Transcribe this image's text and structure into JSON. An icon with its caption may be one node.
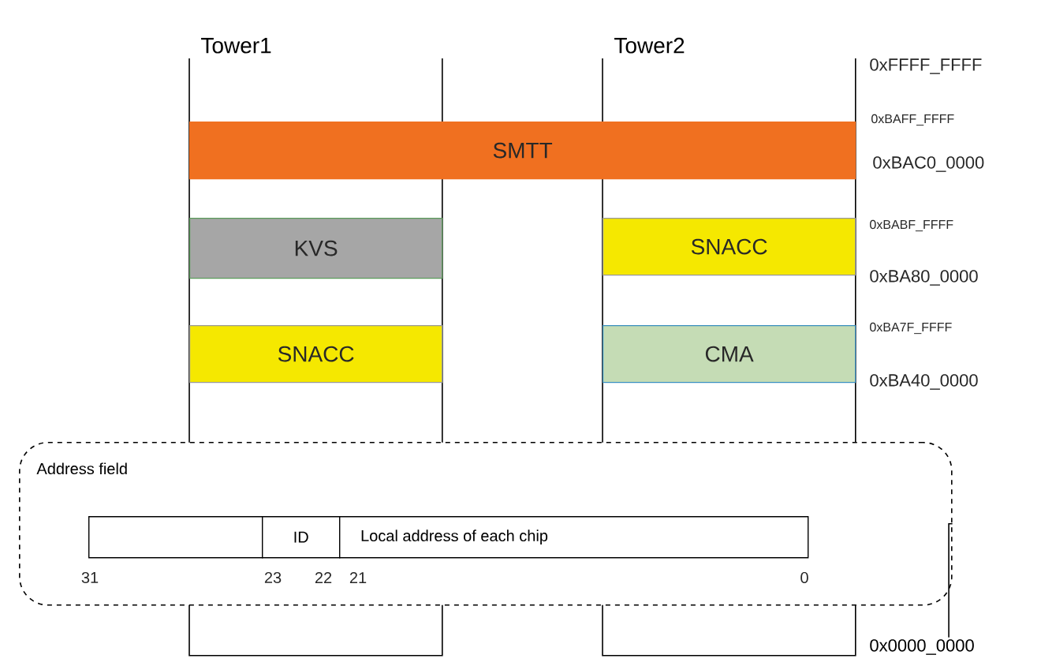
{
  "diagram": {
    "nodes": [
      {
        "text": [
          "Tower1"
        ]
      },
      {
        "text": [
          "Tower2"
        ]
      },
      {
        "text": [
          "SMTT"
        ]
      },
      {
        "text": [
          "KVS"
        ],
        "in": 0
      },
      {
        "text": [
          "SNACC"
        ],
        "in": 0
      },
      {
        "text": [
          "SNACC"
        ],
        "in": 1
      },
      {
        "text": [
          "CMA"
        ],
        "in": 1
      },
      {
        "text": [
          "Address field"
        ]
      },
      {
        "text": [],
        "shape": "box",
        "in": 7
      },
      {
        "text": [
          "ID"
        ]
      },
      {
        "text": [
          "Local address of each chip"
        ],
        "in": 7
      },
      {
        "text": [
          "0x0000_0000"
        ]
      }
    ],
    "edges": [
      {
        "from": 7,
        "to": 11,
        "arrow": "none"
      }
    ],
    "labels": [
      "0xFFFF_FFFF",
      "0xBAFF_FFFF",
      "0xBAC0_0000",
      "0xBABF_FFFF",
      "0xBA80_0000",
      "0xBA7F_FFFF",
      "0xBA40_0000",
      "31",
      "23",
      "22",
      "21",
      "0"
    ]
  }
}
